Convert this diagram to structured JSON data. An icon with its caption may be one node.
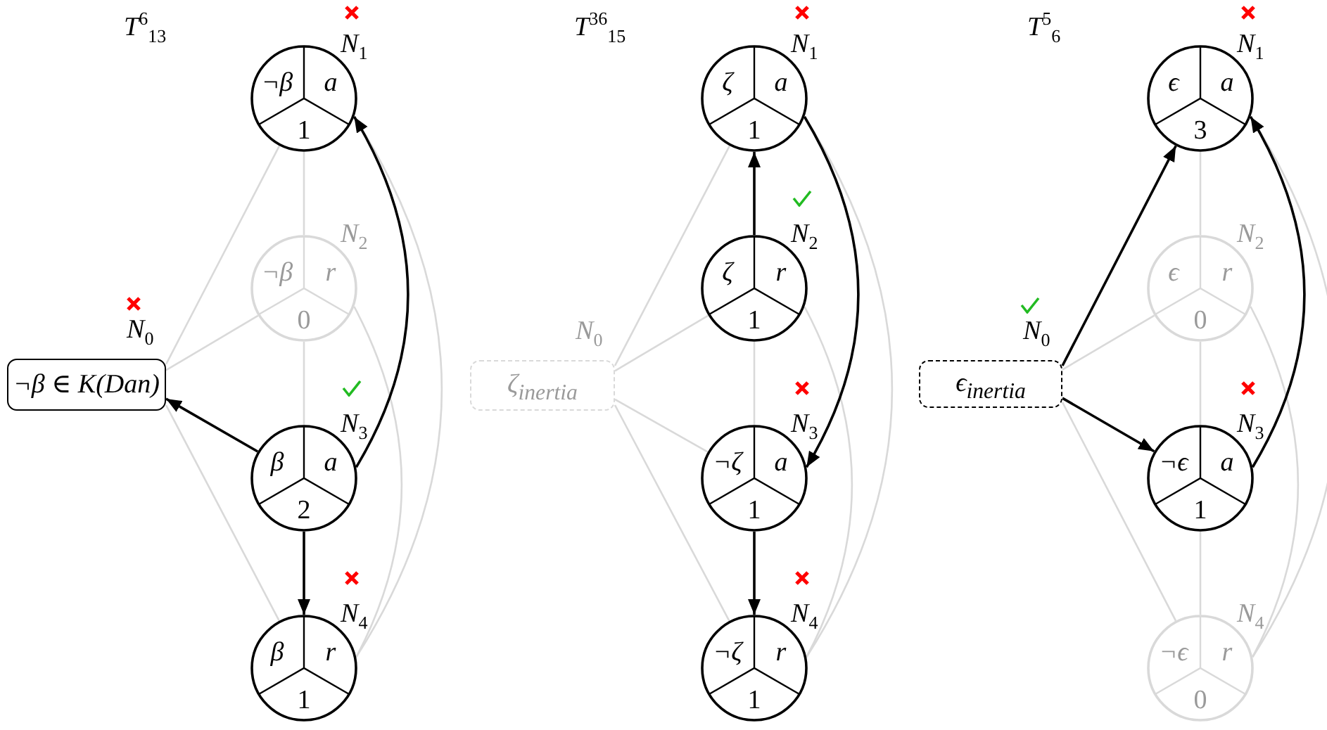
{
  "diagram": {
    "nodes": [
      {
        "text": [
          "¬β ∈ K(Dan)"
        ],
        "beside": [
          "N$_{0}$"
        ]
      },
      {
        "text": [
          "¬β",
          "a",
          "1"
        ],
        "beside": [
          "N$_{1}$"
        ]
      },
      {
        "text": [
          "¬β",
          "r",
          "0"
        ],
        "beside": [
          "N$_{2}$"
        ]
      },
      {
        "text": [
          "β",
          "a",
          "2"
        ],
        "beside": [
          "N$_{3}$"
        ]
      },
      {
        "text": [
          "β",
          "r",
          "1"
        ],
        "beside": [
          "N$_{4}$"
        ]
      },
      {
        "text": [
          "ζ$_{inertia}$"
        ],
        "beside": [
          "N$_{0}$"
        ]
      },
      {
        "text": [
          "ζ",
          "a",
          "1"
        ],
        "beside": [
          "N$_{1}$"
        ]
      },
      {
        "text": [
          "ζ",
          "r",
          "1"
        ],
        "beside": [
          "N$_{2}$"
        ]
      },
      {
        "text": [
          "¬ζ",
          "a",
          "1"
        ],
        "beside": [
          "N$_{3}$"
        ]
      },
      {
        "text": [
          "¬ζ",
          "r",
          "1"
        ],
        "beside": [
          "N$_{4}$"
        ]
      },
      {
        "text": [
          "ϵ$_{inertia}$"
        ],
        "beside": [
          "N$_{0}$"
        ]
      },
      {
        "text": [
          "ϵ",
          "a",
          "3"
        ],
        "beside": [
          "N$_{1}$"
        ]
      },
      {
        "text": [
          "ϵ",
          "r",
          "0"
        ],
        "beside": [
          "N$_{2}$"
        ]
      },
      {
        "text": [
          "¬ϵ",
          "a",
          "1"
        ],
        "beside": [
          "N$_{3}$"
        ]
      },
      {
        "text": [
          "¬ϵ",
          "r",
          "0"
        ],
        "beside": [
          "N$_{4}$"
        ]
      }
    ],
    "edges": [
      {
        "from": 0,
        "to": 1,
        "arrow": "none"
      },
      {
        "from": 0,
        "to": 2,
        "arrow": "none"
      },
      {
        "from": 0,
        "to": 4,
        "arrow": "none"
      },
      {
        "from": 1,
        "to": 2,
        "arrow": "none"
      },
      {
        "from": 2,
        "to": 3,
        "arrow": "none"
      },
      {
        "from": 2,
        "to": 4,
        "arrow": "none"
      },
      {
        "from": 1,
        "to": 4,
        "arrow": "none"
      },
      {
        "from": 3,
        "to": 0,
        "arrow": "to",
        "color": "#000000"
      },
      {
        "from": 3,
        "to": 1,
        "arrow": "to",
        "color": "#000000"
      },
      {
        "from": 3,
        "to": 4,
        "arrow": "to",
        "color": "#000000"
      },
      {
        "from": 5,
        "to": 6,
        "arrow": "none"
      },
      {
        "from": 5,
        "to": 7,
        "arrow": "none"
      },
      {
        "from": 5,
        "to": 8,
        "arrow": "none"
      },
      {
        "from": 5,
        "to": 9,
        "arrow": "none"
      },
      {
        "from": 7,
        "to": 8,
        "arrow": "none"
      },
      {
        "from": 7,
        "to": 9,
        "arrow": "none"
      },
      {
        "from": 6,
        "to": 9,
        "arrow": "none"
      },
      {
        "from": 7,
        "to": 6,
        "arrow": "to",
        "color": "#000000"
      },
      {
        "from": 6,
        "to": 8,
        "arrow": "to",
        "color": "#000000"
      },
      {
        "from": 8,
        "to": 9,
        "arrow": "to",
        "color": "#000000"
      },
      {
        "from": 10,
        "to": 12,
        "arrow": "none"
      },
      {
        "from": 10,
        "to": 14,
        "arrow": "none"
      },
      {
        "from": 11,
        "to": 12,
        "arrow": "none"
      },
      {
        "from": 12,
        "to": 13,
        "arrow": "none"
      },
      {
        "from": 13,
        "to": 14,
        "arrow": "none"
      },
      {
        "from": 12,
        "to": 14,
        "arrow": "none"
      },
      {
        "from": 11,
        "to": 14,
        "arrow": "none"
      },
      {
        "from": 10,
        "to": 11,
        "arrow": "to",
        "color": "#000000"
      },
      {
        "from": 10,
        "to": 13,
        "arrow": "to",
        "color": "#000000"
      },
      {
        "from": 13,
        "to": 11,
        "arrow": "to",
        "color": "#000000"
      }
    ],
    "labels": [
      "*T*$^{6}$$_{13}$",
      "*T*$^{36}$$_{15}$",
      "*T*$^{5}$$_{6}$"
    ]
  }
}
